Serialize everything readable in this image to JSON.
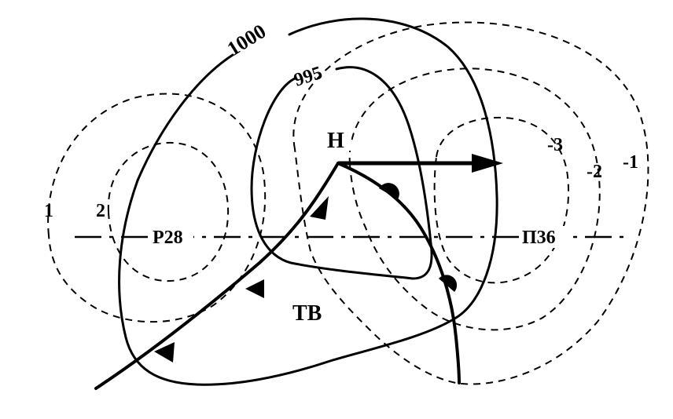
{
  "isobars": [
    {
      "label": "1000"
    },
    {
      "label": "995"
    }
  ],
  "isotherms": [
    {
      "label": "1"
    },
    {
      "label": "2"
    },
    {
      "label": "-3"
    },
    {
      "label": "-2"
    },
    {
      "label": "-1"
    }
  ],
  "center": {
    "label": "Н"
  },
  "warm_sector": {
    "label": "ТВ"
  },
  "section_points": {
    "left": "Р28",
    "right": "П36"
  }
}
